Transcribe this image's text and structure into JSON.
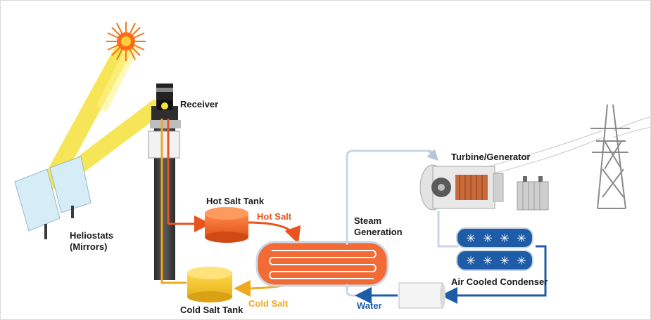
{
  "labels": {
    "receiver": "Receiver",
    "heliostats_line1": "Heliostats",
    "heliostats_line2": "(Mirrors)",
    "hot_salt_tank": "Hot Salt Tank",
    "hot_salt": "Hot Salt",
    "cold_salt_tank": "Cold Salt Tank",
    "cold_salt": "Cold Salt",
    "steam_line1": "Steam",
    "steam_line2": "Generation",
    "turbine_generator": "Turbine/Generator",
    "air_cooled_condenser": "Air Cooled Condenser",
    "water": "Water"
  },
  "colors": {
    "hot": "#e8541c",
    "cold": "#f0a81e",
    "water": "#1f5ca8",
    "sunbeam": "#f5e23a",
    "tower": "#3a3a3a",
    "steam_pipe": "#c9d6e3"
  }
}
